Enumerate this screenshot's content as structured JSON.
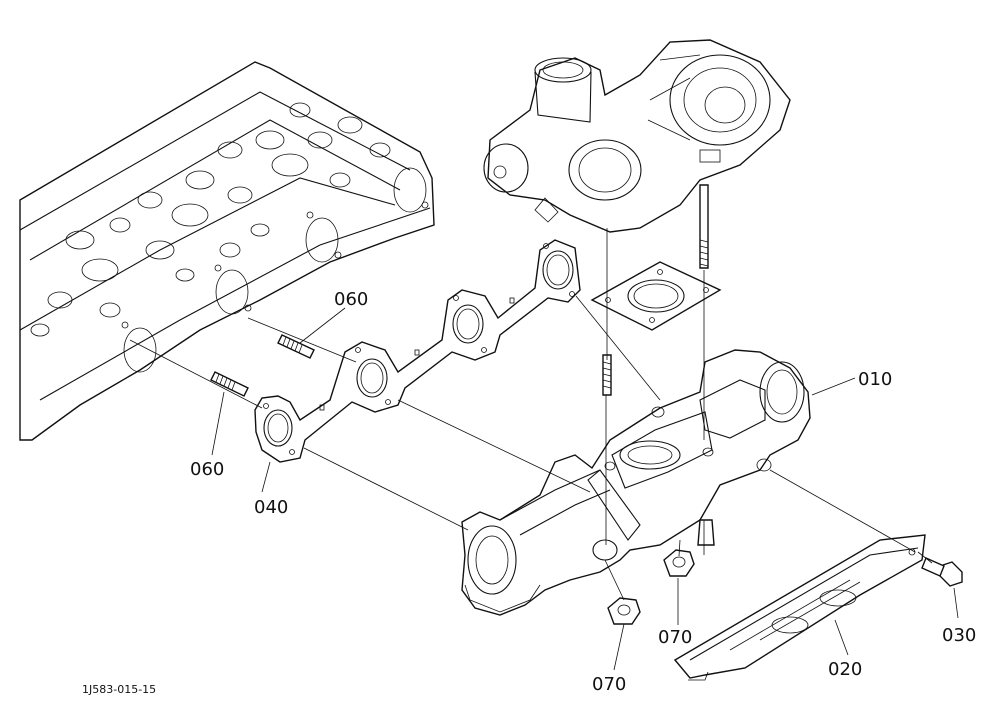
{
  "diagram": {
    "doc_code": "1J583-015-15",
    "parts": [
      {
        "id": "010",
        "name": "exhaust-manifold"
      },
      {
        "id": "020",
        "name": "heat-shield"
      },
      {
        "id": "030",
        "name": "bolt"
      },
      {
        "id": "040",
        "name": "manifold-gasket"
      },
      {
        "id": "060",
        "name": "stud"
      },
      {
        "id": "070",
        "name": "nut"
      }
    ],
    "callouts": {
      "c010": "010",
      "c020": "020",
      "c030": "030",
      "c040": "040",
      "c060a": "060",
      "c060b": "060",
      "c070a": "070",
      "c070b": "070"
    }
  }
}
